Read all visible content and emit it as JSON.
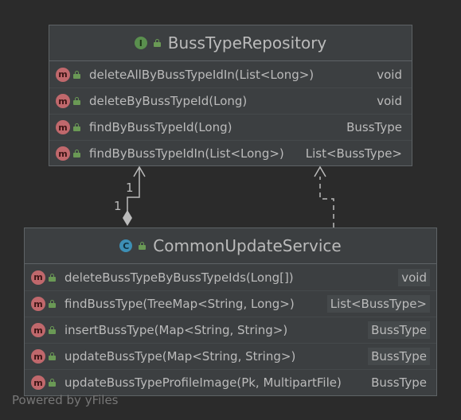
{
  "interface_box": {
    "kind_letter": "I",
    "name": "BussTypeRepository",
    "methods": [
      {
        "icon": "m",
        "signature": "deleteAllByBussTypeIdIn(List<Long>)",
        "returns": "void"
      },
      {
        "icon": "m",
        "signature": "deleteByBussTypeId(Long)",
        "returns": "void"
      },
      {
        "icon": "m",
        "signature": "findByBussTypeId(Long)",
        "returns": "BussType"
      },
      {
        "icon": "m",
        "signature": "findByBussTypeIdIn(List<Long>)",
        "returns": "List<BussType>"
      }
    ]
  },
  "class_box": {
    "kind_letter": "C",
    "name": "CommonUpdateService",
    "methods": [
      {
        "icon": "m",
        "signature": "deleteBussTypeByBussTypeIds(Long[])",
        "returns": "void"
      },
      {
        "icon": "m",
        "signature": "findBussType(TreeMap<String, Long>)",
        "returns": "List<BussType>"
      },
      {
        "icon": "m",
        "signature": "insertBussType(Map<String, String>)",
        "returns": "BussType"
      },
      {
        "icon": "m",
        "signature": "updateBussType(Map<String, String>)",
        "returns": "BussType"
      },
      {
        "icon": "m",
        "signature": "updateBussTypeProfileImage(Pk, MultipartFile)",
        "returns": "BussType"
      }
    ]
  },
  "edges": {
    "association_source_multiplicity": "1",
    "association_target_multiplicity": "1"
  },
  "footer_text": "Powered by yFiles",
  "colors": {
    "background": "#2b2b2b",
    "box_fill": "#3c3f41",
    "border": "#5e6366",
    "method_icon": "#c0686c",
    "interface_icon": "#5a8f4e",
    "class_icon": "#3d8fb5",
    "visibility_lock": "#6a9955"
  }
}
